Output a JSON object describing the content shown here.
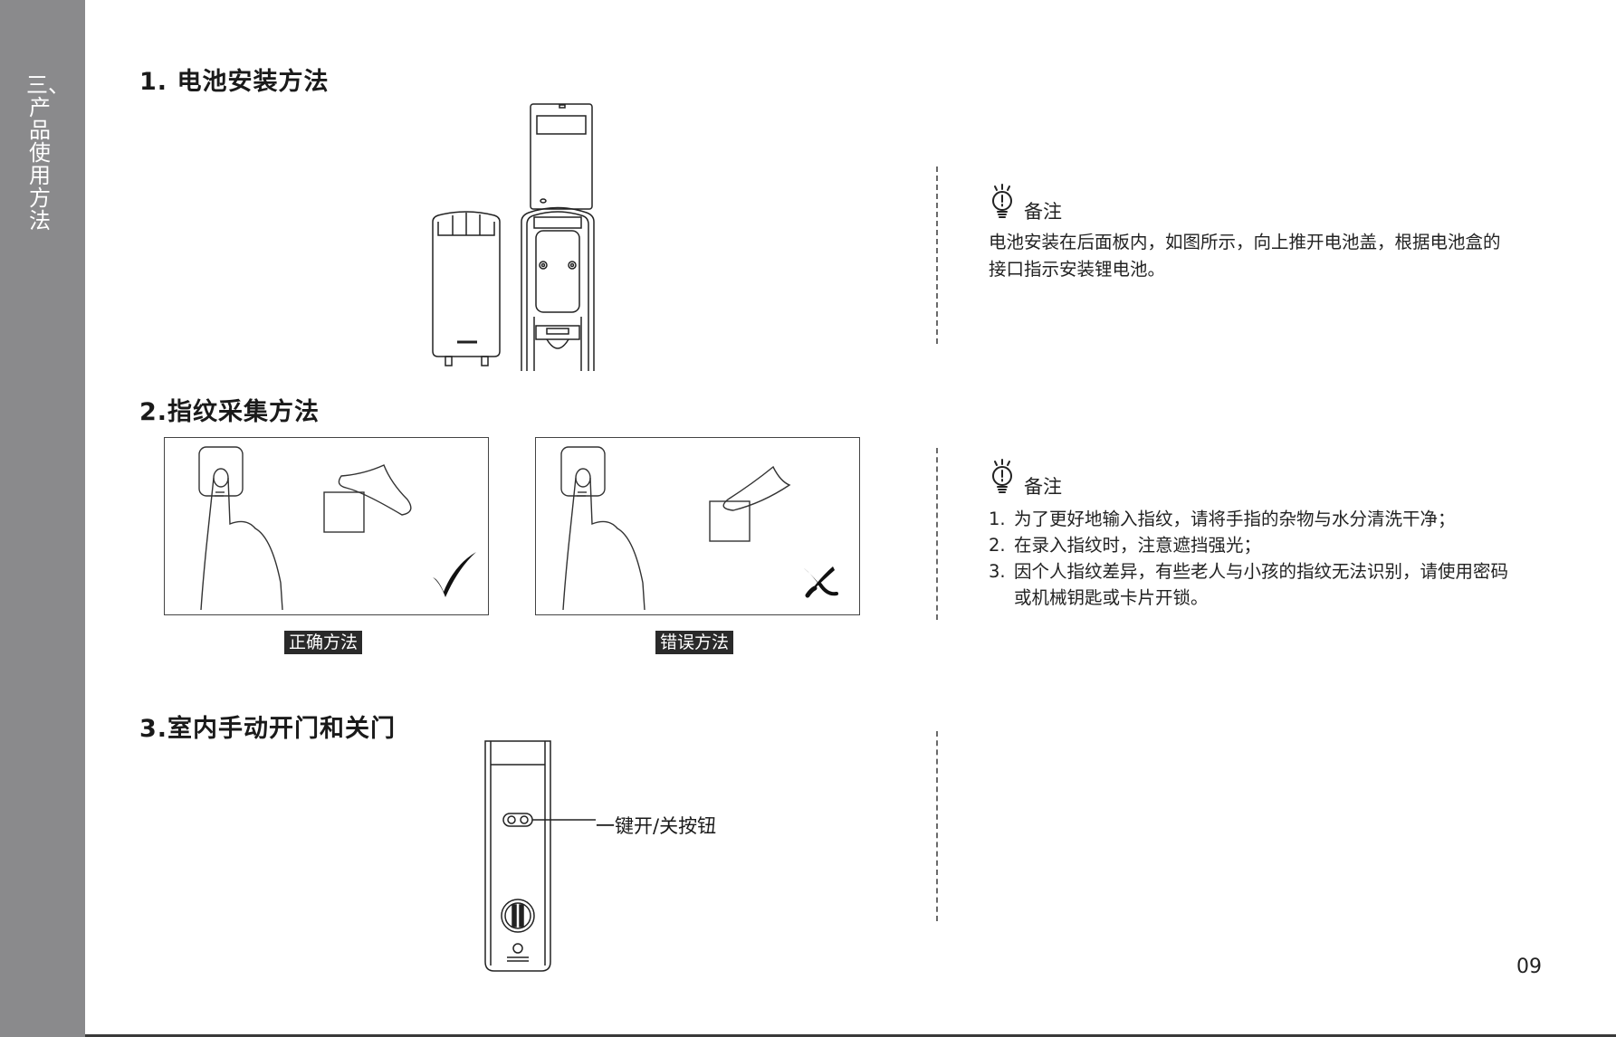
{
  "sidebar": {
    "section_title": "三、产品使用方法"
  },
  "sections": [
    {
      "heading": "1. 电池安装方法",
      "note_title": "备注",
      "note_text": "电池安装在后面板内，如图所示，向上推开电池盖，根据电池盒的接口指示安装锂电池。"
    },
    {
      "heading": "2.指纹采集方法",
      "note_title": "备注",
      "note_items": [
        {
          "num": "1.",
          "text": "为了更好地输入指纹，请将手指的杂物与水分清洗干净；"
        },
        {
          "num": "2.",
          "text": "在录入指纹时，注意遮挡强光；"
        },
        {
          "num": "3.",
          "text": "因个人指纹差异，有些老人与小孩的指纹无法识别，请使用密码或机械钥匙或卡片开锁。"
        }
      ],
      "captions": {
        "correct": "正确方法",
        "wrong": "错误方法"
      }
    },
    {
      "heading": "3.室内手动开门和关门",
      "callout_label": "一键开/关按钮"
    }
  ],
  "icons": {
    "note": "lightbulb-icon",
    "correct_mark": "checkmark-icon",
    "wrong_mark": "cross-icon"
  },
  "colors": {
    "sidebar": "#8a8a8c",
    "caption_bg": "#2a2a2a"
  },
  "page_number": "09"
}
